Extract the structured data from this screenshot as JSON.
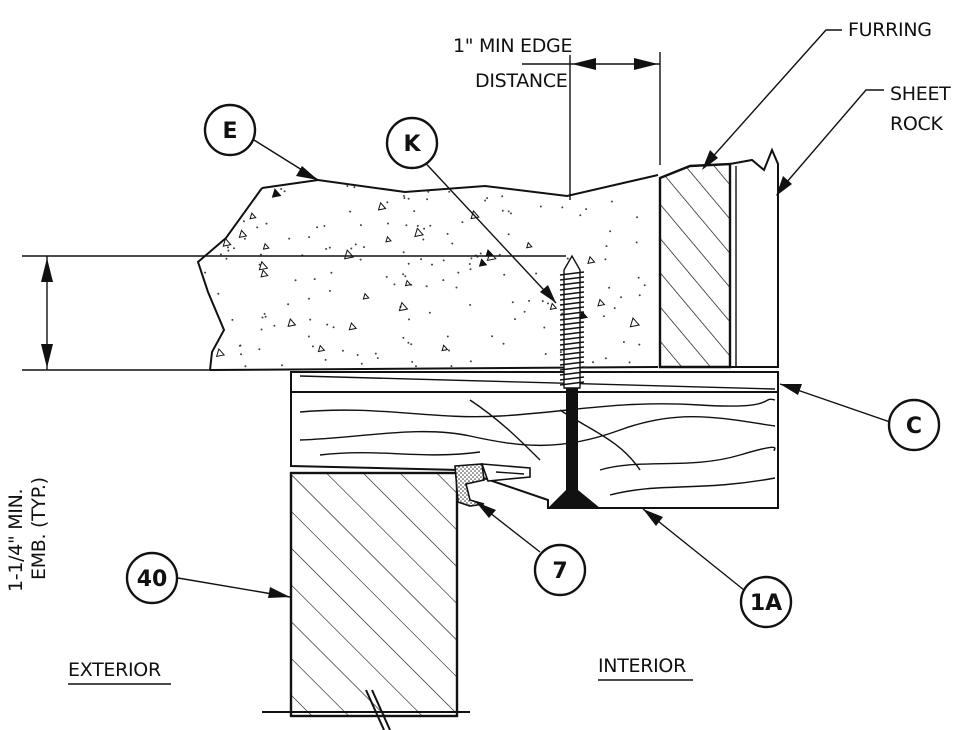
{
  "callouts": {
    "E": "E",
    "K": "K",
    "C": "C",
    "forty": "40",
    "seven": "7",
    "oneA": "1A"
  },
  "labels": {
    "edge_line1": "1\" MIN EDGE",
    "edge_line2": "DISTANCE",
    "furring": "FURRING",
    "sheet_line1": "SHEET",
    "sheet_line2": "ROCK",
    "emb_line1": "1-1/4\" MIN.",
    "emb_line2": "EMB. (TYP.)",
    "exterior": "EXTERIOR",
    "interior": "INTERIOR"
  },
  "colors": {
    "ink": "#111111",
    "paper": "#ffffff",
    "stipple": "#555555"
  }
}
